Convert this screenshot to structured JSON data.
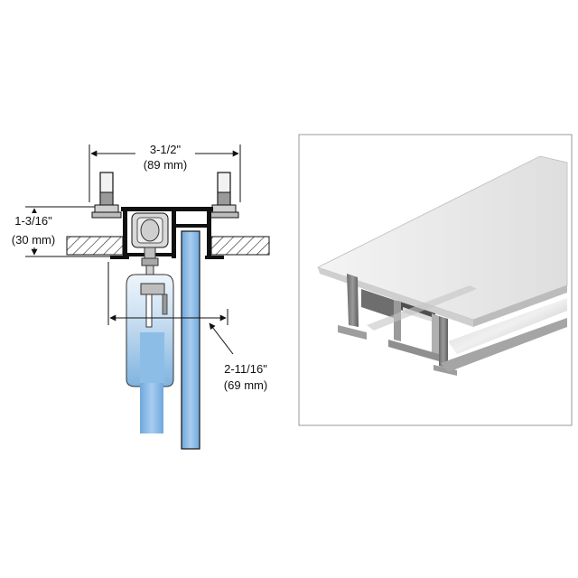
{
  "dimensions": {
    "top_width_in": "3-1/2\"",
    "top_width_mm": "(89 mm)",
    "height_in": "1-3/16\"",
    "height_mm": "(30 mm)",
    "panel_offset_in": "2-11/16\"",
    "panel_offset_mm": "(69 mm)"
  },
  "colors": {
    "glass": "#7fb3df",
    "glass_light": "#b8d6ef",
    "line": "#111111",
    "photo_frame": "#9a9a9a"
  }
}
